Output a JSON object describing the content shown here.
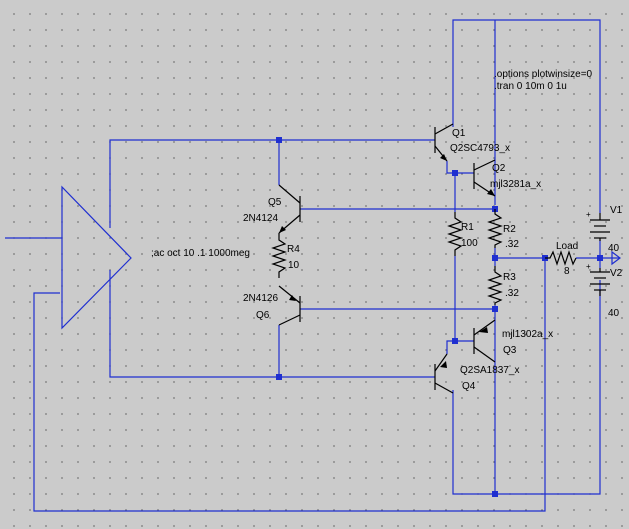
{
  "directives": {
    "options": ".options plotwinsize=0",
    "tran": ".tran 0 10m 0 1u",
    "ac": ";ac oct 10 .1 1000meg"
  },
  "components": {
    "Q1": {
      "name": "Q1",
      "model": "Q2SC4793_x"
    },
    "Q2": {
      "name": "Q2",
      "model": "mjl3281a_x"
    },
    "Q3": {
      "name": "Q3",
      "model": "mjl1302a_x"
    },
    "Q4": {
      "name": "Q4",
      "model": "Q2SA1837_x"
    },
    "Q5": {
      "name": "Q5",
      "model": "2N4124"
    },
    "Q6": {
      "name": "Q6",
      "model": "2N4126"
    },
    "R1": {
      "name": "R1",
      "value": "100"
    },
    "R2": {
      "name": "R2",
      "value": ".32"
    },
    "R3": {
      "name": "R3",
      "value": ".32"
    },
    "R4": {
      "name": "R4",
      "value": "10"
    },
    "Load": {
      "name": "Load",
      "value": "8"
    },
    "V1": {
      "name": "V1",
      "value": "40"
    },
    "V2": {
      "name": "V2",
      "value": "40"
    }
  },
  "colors": {
    "wire": "#1f2fd0",
    "component": "#000000",
    "background": "#cbcbcb"
  }
}
